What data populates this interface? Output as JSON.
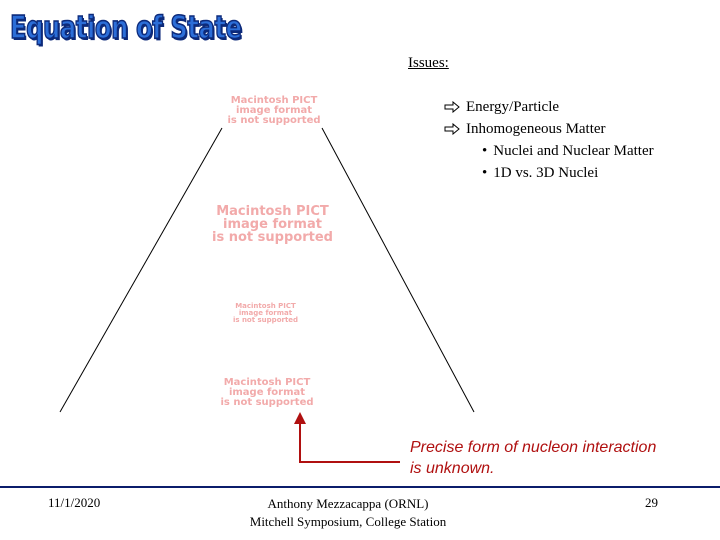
{
  "slide": {
    "title": "Equation of State",
    "issues_heading": "Issues:",
    "issues": [
      {
        "text": "Energy/Particle",
        "level": 1
      },
      {
        "text": "Inhomogeneous Matter",
        "level": 1
      },
      {
        "text": "Nuclei and Nuclear Matter",
        "level": 2
      },
      {
        "text": "1D vs. 3D Nuclei",
        "level": 2
      }
    ],
    "placeholders": [
      "Macintosh PICT\nimage format\nis not supported",
      "Macintosh PICT\nimage format\nis not supported",
      "Macintosh PICT\nimage format\nis not supported",
      "Macintosh PICT\nimage format\nis not supported"
    ],
    "caption": "Precise form of nucleon interaction\nis unknown.",
    "colors": {
      "title": "#2c6ed8",
      "caption": "#b01010",
      "footer_rule": "#0b1d6b"
    }
  },
  "footer": {
    "date": "11/1/2020",
    "author": "Anthony Mezzacappa (ORNL)",
    "event": "Mitchell Symposium, College Station",
    "page": "29"
  }
}
